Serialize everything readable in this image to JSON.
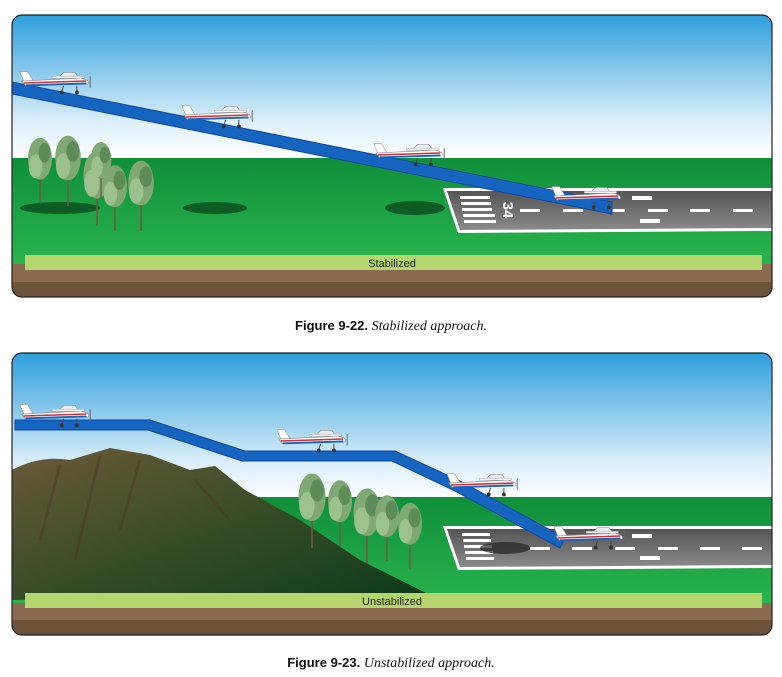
{
  "figures": [
    {
      "number": "Figure 9-22.",
      "title": "Stabilized approach.",
      "bar_label": "Stabilized",
      "runway_number": "34"
    },
    {
      "number": "Figure 9-23.",
      "title": "Unstabilized approach.",
      "bar_label": "Unstabilized"
    }
  ],
  "colors": {
    "glide_path": "#1565c0",
    "field": "#1aa04a",
    "label_bar": "#b5d66e",
    "ground": "#8a6b52"
  }
}
